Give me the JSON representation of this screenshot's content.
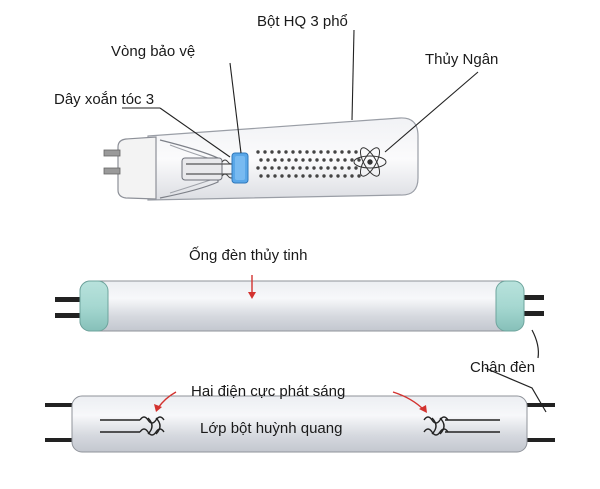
{
  "labels": {
    "bot_hq": "Bột HQ 3 phổ",
    "vong_bao_ve": "Vòng bảo vệ",
    "thuy_ngan": "Thủy Ngân",
    "day_xoan": "Dây xoắn tóc 3",
    "ong_den": "Ống đèn thủy tinh",
    "chan_den": "Chân đèn",
    "hai_dien_cuc": "Hai điện cực phát sáng",
    "lop_bot": "Lớp bột huỳnh quang"
  },
  "colors": {
    "tube_body": "#dfe1e6",
    "tube_end": "#9fd3cd",
    "guard_ring": "#5aa7e8",
    "arrow_red": "#d3322f",
    "line": "#222222"
  }
}
